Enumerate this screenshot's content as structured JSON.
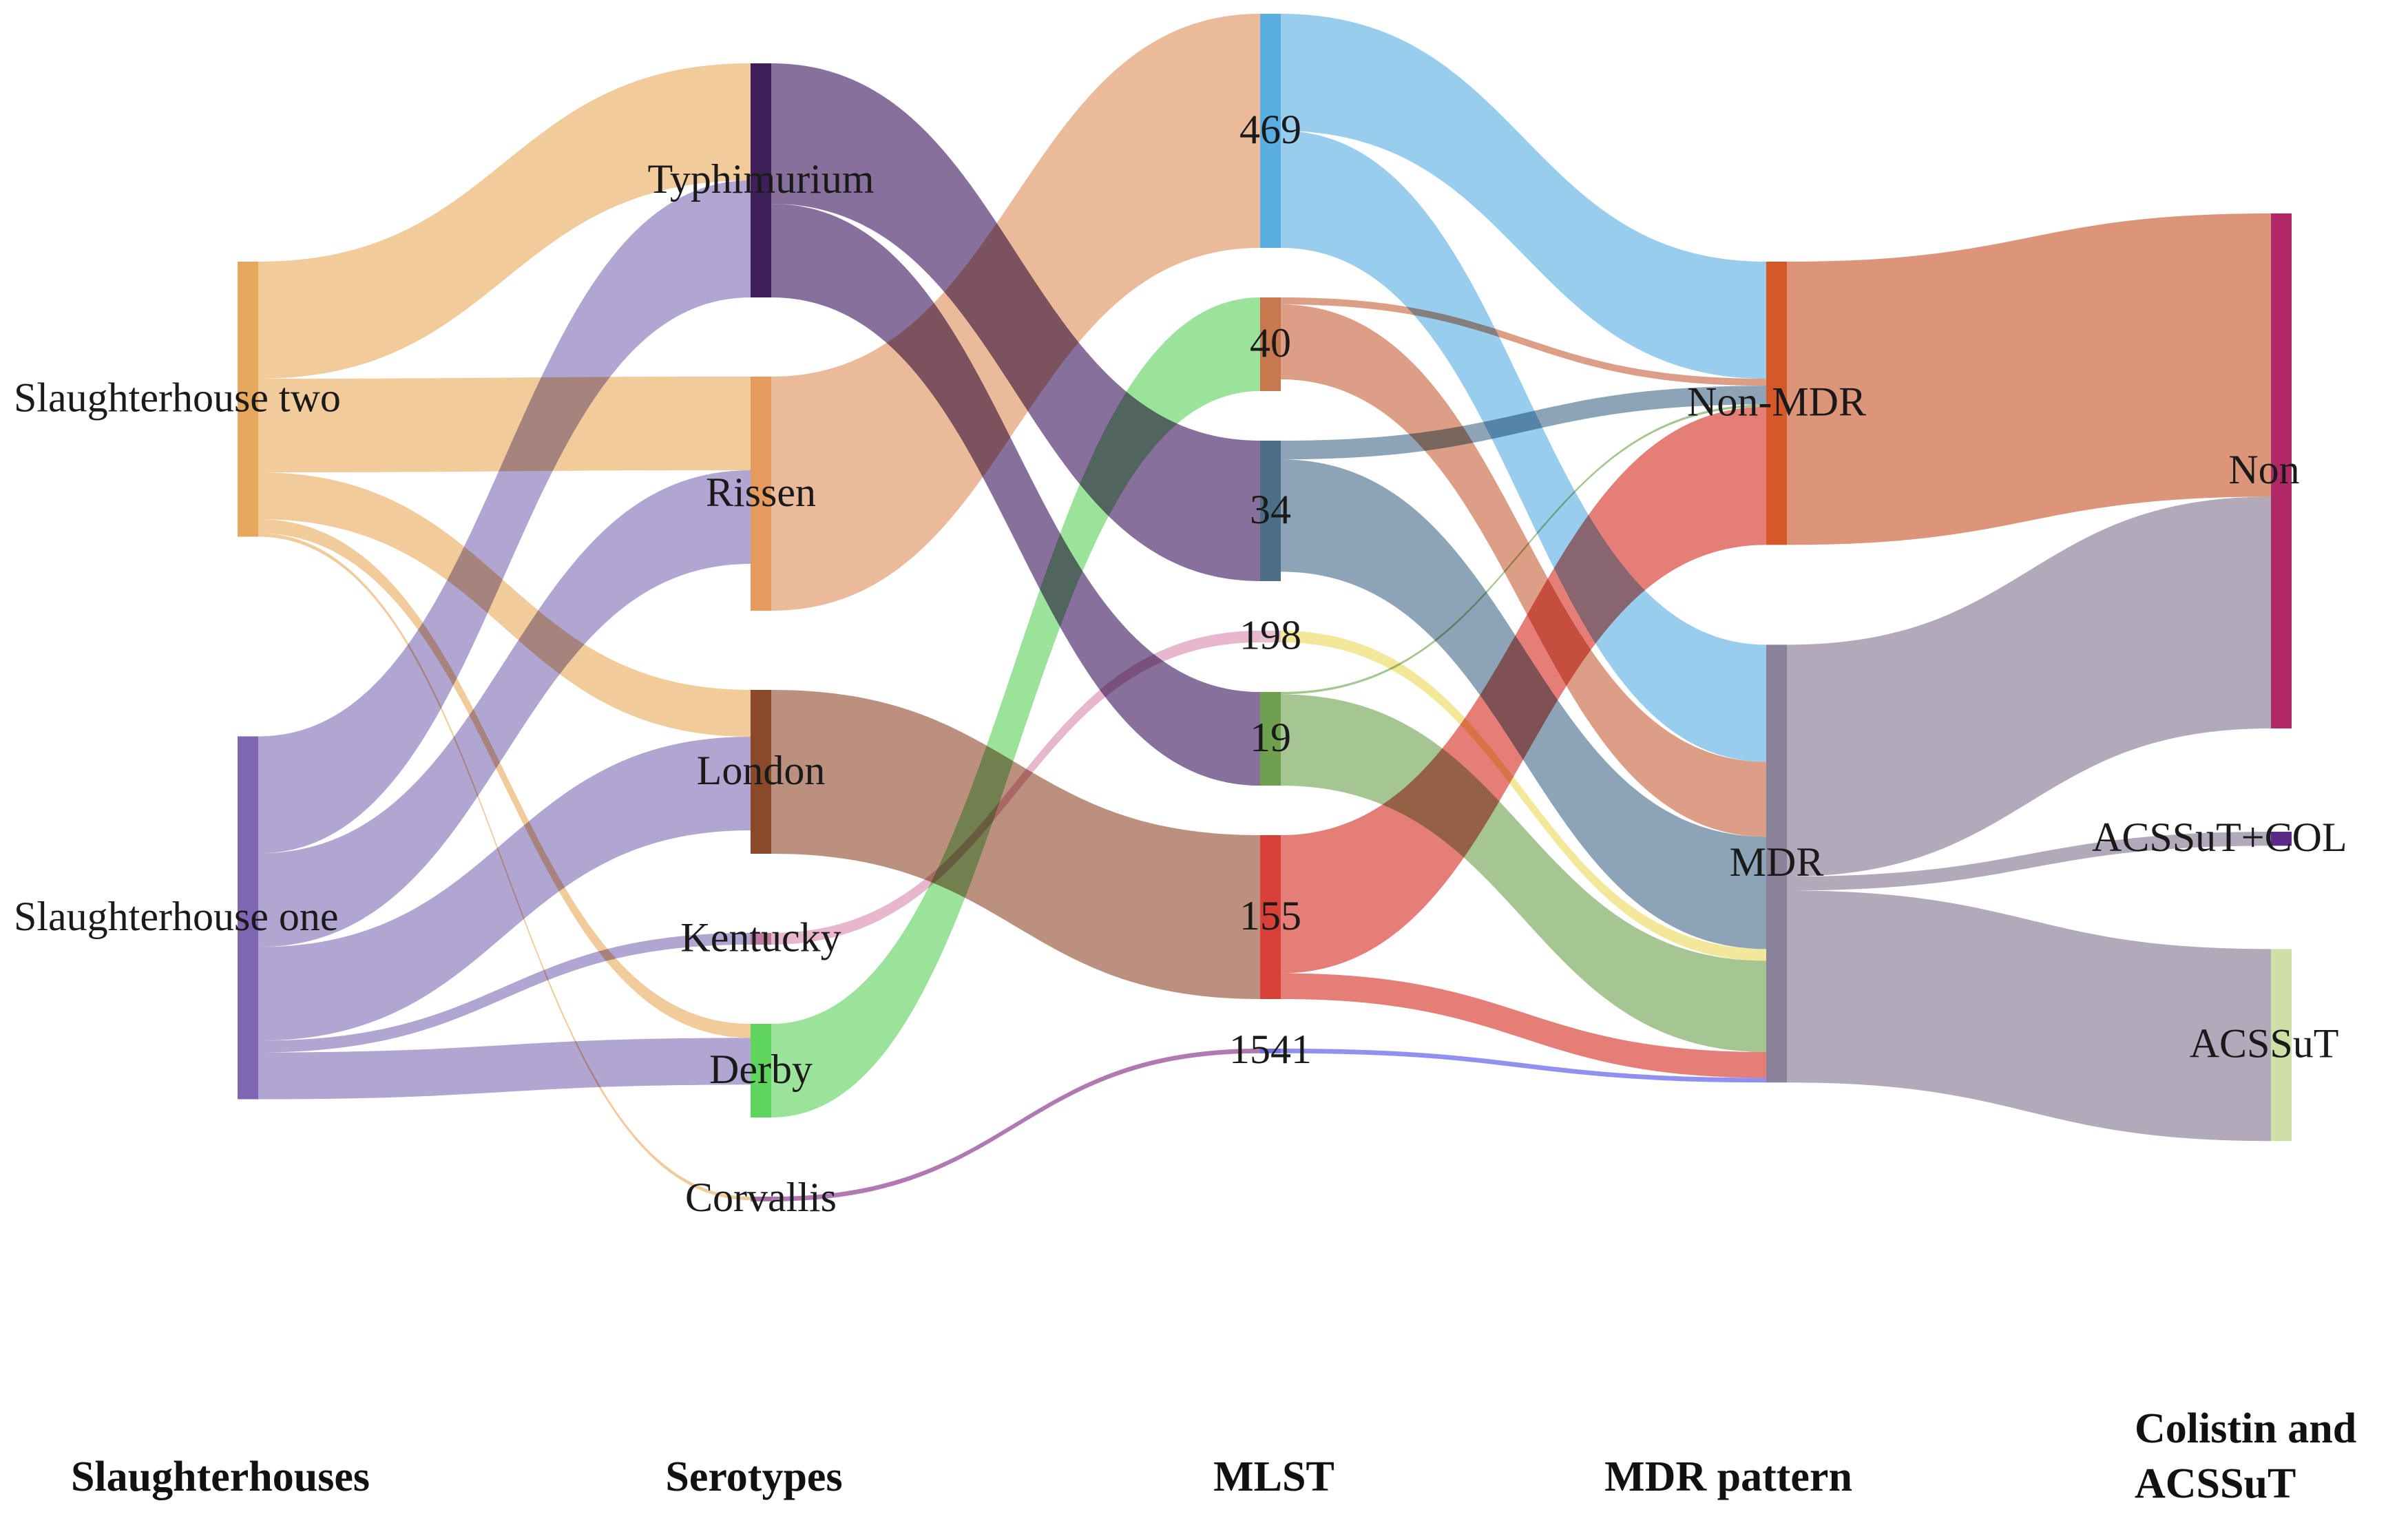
{
  "stages": [
    {
      "id": "s1",
      "lines": [
        "Slaughterhouses"
      ]
    },
    {
      "id": "s2",
      "lines": [
        "Serotypes"
      ]
    },
    {
      "id": "s3",
      "lines": [
        "MLST"
      ]
    },
    {
      "id": "s4",
      "lines": [
        "MDR pattern"
      ]
    },
    {
      "id": "s5",
      "lines": [
        "Colistin and",
        "ACSSuT"
      ]
    }
  ],
  "nodes": [
    {
      "id": "sh2",
      "label": "Slaughterhouse two",
      "stage": 0,
      "color": "#e5a85c",
      "label_side": "left"
    },
    {
      "id": "sh1",
      "label": "Slaughterhouse one",
      "stage": 0,
      "color": "#7f66b2",
      "label_side": "left"
    },
    {
      "id": "typ",
      "label": "Typhimurium",
      "stage": 1,
      "color": "#3f1f5a"
    },
    {
      "id": "ris",
      "label": "Rissen",
      "stage": 1,
      "color": "#e59a5e"
    },
    {
      "id": "lon",
      "label": "London",
      "stage": 1,
      "color": "#8a4a2a"
    },
    {
      "id": "ken",
      "label": "Kentucky",
      "stage": 1,
      "color": "#c07a9c"
    },
    {
      "id": "der",
      "label": "Derby",
      "stage": 1,
      "color": "#5fd45f"
    },
    {
      "id": "cor",
      "label": "Corvallis",
      "stage": 1,
      "color": "#a86aa8"
    },
    {
      "id": "m469",
      "label": "469",
      "stage": 2,
      "color": "#5aaee0"
    },
    {
      "id": "m40",
      "label": "40",
      "stage": 2,
      "color": "#c8784e"
    },
    {
      "id": "m34",
      "label": "34",
      "stage": 2,
      "color": "#4c6e86"
    },
    {
      "id": "m198",
      "label": "198",
      "stage": 2,
      "color": "#e8c0d0"
    },
    {
      "id": "m19",
      "label": "19",
      "stage": 2,
      "color": "#6ea050"
    },
    {
      "id": "m155",
      "label": "155",
      "stage": 2,
      "color": "#d8403a"
    },
    {
      "id": "m1541",
      "label": "1541",
      "stage": 2,
      "color": "#7070e0"
    },
    {
      "id": "nonmdr",
      "label": "Non-MDR",
      "stage": 3,
      "color": "#d4582a"
    },
    {
      "id": "mdr",
      "label": "MDR",
      "stage": 3,
      "color": "#8a8298"
    },
    {
      "id": "non",
      "label": "Non",
      "stage": 4,
      "color": "#b02868"
    },
    {
      "id": "acol",
      "label": "ACSSuT+COL",
      "stage": 4,
      "color": "#5a2a86",
      "label_side": "center-right"
    },
    {
      "id": "acs",
      "label": "ACSSuT",
      "stage": 4,
      "color": "#cce0a8"
    }
  ],
  "links": [
    {
      "source": "sh2",
      "target": "typ",
      "value": 5,
      "color": "#efc58f"
    },
    {
      "source": "sh2",
      "target": "ris",
      "value": 4,
      "color": "#efc58f"
    },
    {
      "source": "sh2",
      "target": "lon",
      "value": 2,
      "color": "#efc58f"
    },
    {
      "source": "sh2",
      "target": "der",
      "value": 0.6,
      "color": "#efc58f"
    },
    {
      "source": "sh2",
      "target": "cor",
      "value": 0.15,
      "color": "#efc58f"
    },
    {
      "source": "sh1",
      "target": "typ",
      "value": 5,
      "color": "#a99bcc"
    },
    {
      "source": "sh1",
      "target": "ris",
      "value": 4,
      "color": "#a99bcc"
    },
    {
      "source": "sh1",
      "target": "lon",
      "value": 4,
      "color": "#a99bcc"
    },
    {
      "source": "sh1",
      "target": "ken",
      "value": 0.5,
      "color": "#a99bcc"
    },
    {
      "source": "sh1",
      "target": "der",
      "value": 2,
      "color": "#a99bcc"
    },
    {
      "source": "typ",
      "target": "m34",
      "value": 6,
      "color": "#7a6190"
    },
    {
      "source": "typ",
      "target": "m19",
      "value": 4,
      "color": "#7a6190"
    },
    {
      "source": "ris",
      "target": "m469",
      "value": 10,
      "color": "#e9b390"
    },
    {
      "source": "lon",
      "target": "m155",
      "value": 7,
      "color": "#b58470"
    },
    {
      "source": "ken",
      "target": "m198",
      "value": 0.5,
      "color": "#e4b0c8"
    },
    {
      "source": "der",
      "target": "m40",
      "value": 4,
      "color": "#90e090"
    },
    {
      "source": "cor",
      "target": "m1541",
      "value": 0.2,
      "color": "#a86aa8"
    },
    {
      "source": "m469",
      "target": "nonmdr",
      "value": 5,
      "color": "#8ec8ec"
    },
    {
      "source": "m469",
      "target": "mdr",
      "value": 5,
      "color": "#8ec8ec"
    },
    {
      "source": "m40",
      "target": "nonmdr",
      "value": 0.3,
      "color": "#d89478"
    },
    {
      "source": "m40",
      "target": "mdr",
      "value": 3.2,
      "color": "#d89478"
    },
    {
      "source": "m34",
      "target": "nonmdr",
      "value": 0.8,
      "color": "#7f9aae"
    },
    {
      "source": "m34",
      "target": "mdr",
      "value": 4.8,
      "color": "#7f9aae"
    },
    {
      "source": "m198",
      "target": "mdr",
      "value": 0.5,
      "color": "#f2e48e"
    },
    {
      "source": "m19",
      "target": "nonmdr",
      "value": 0.1,
      "color": "#9bbf86"
    },
    {
      "source": "m19",
      "target": "mdr",
      "value": 3.9,
      "color": "#9bbf86"
    },
    {
      "source": "m155",
      "target": "nonmdr",
      "value": 5.9,
      "color": "#e27068"
    },
    {
      "source": "m155",
      "target": "mdr",
      "value": 1.1,
      "color": "#e27068"
    },
    {
      "source": "m1541",
      "target": "mdr",
      "value": 0.2,
      "color": "#8484f0"
    },
    {
      "source": "nonmdr",
      "target": "non",
      "value": 12.1,
      "color": "#d88a6a"
    },
    {
      "source": "mdr",
      "target": "non",
      "value": 9.9,
      "color": "#aaa0b4"
    },
    {
      "source": "mdr",
      "target": "acol",
      "value": 0.6,
      "color": "#aaa0b4"
    },
    {
      "source": "mdr",
      "target": "acs",
      "value": 8.2,
      "color": "#aaa0b4"
    }
  ]
}
